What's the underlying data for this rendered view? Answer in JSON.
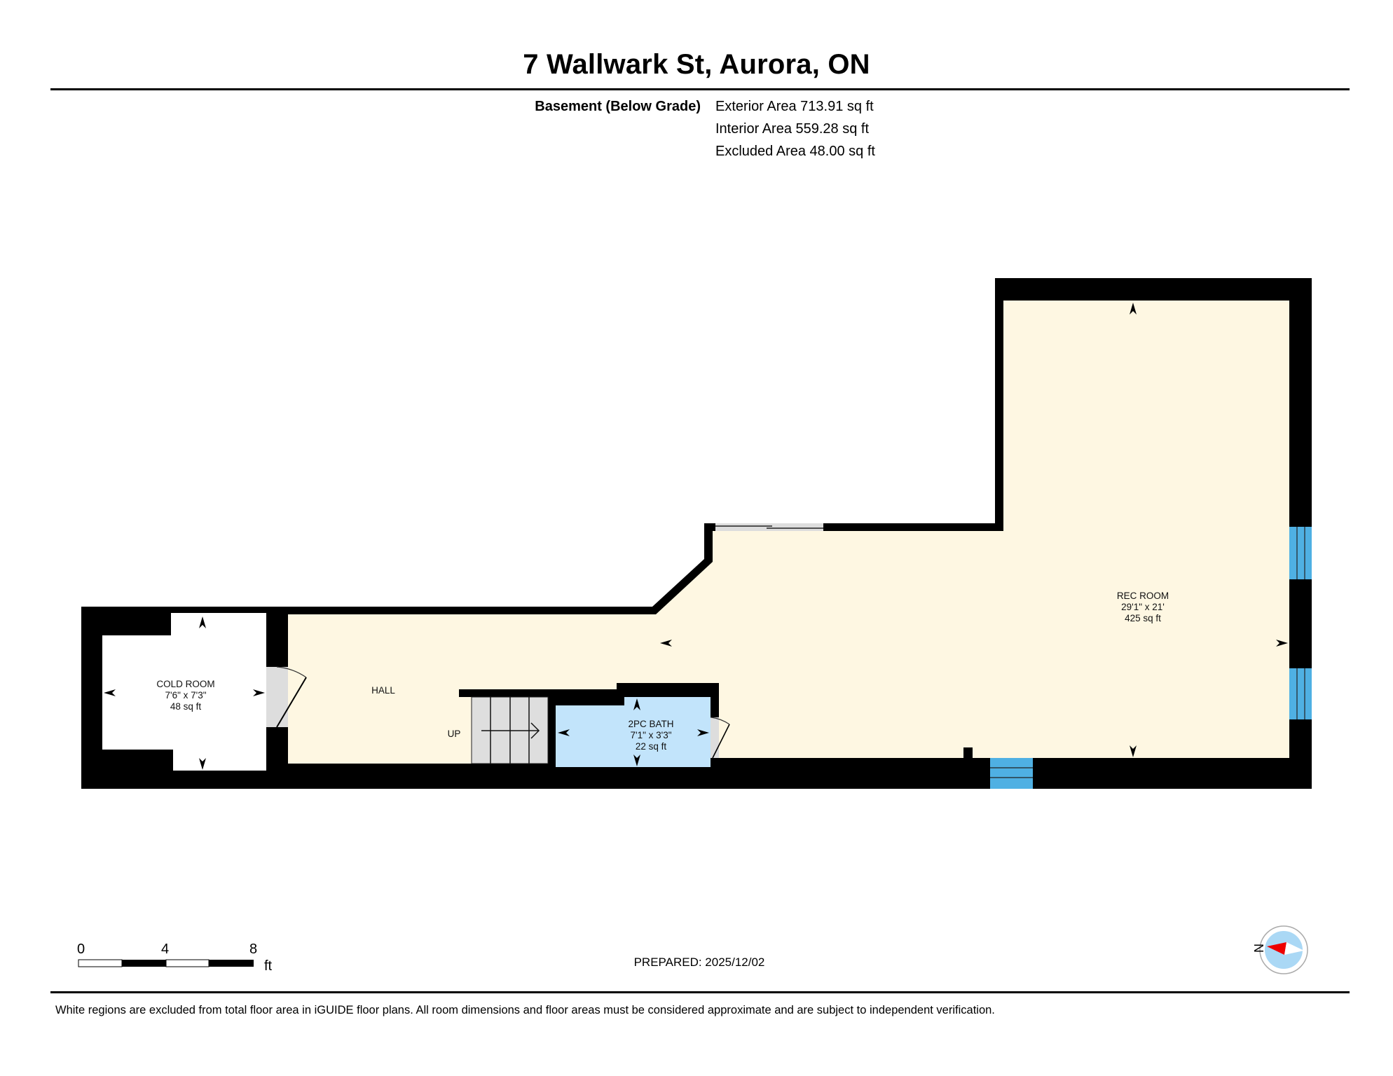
{
  "header": {
    "title": "7 Wallwark St, Aurora, ON",
    "level_name": "Basement (Below Grade)",
    "areas": [
      "Exterior Area 713.91 sq ft",
      "Interior Area 559.28 sq ft",
      "Excluded Area 48.00 sq ft"
    ]
  },
  "rooms": {
    "cold_room": {
      "name": "COLD ROOM",
      "dimensions": "7'6\" x 7'3\"",
      "area": "48 sq ft"
    },
    "hall": {
      "name": "HALL"
    },
    "stairs": {
      "label": "UP"
    },
    "bath": {
      "name": "2PC BATH",
      "dimensions": "7'1\" x 3'3\"",
      "area": "22 sq ft"
    },
    "rec_room": {
      "name": "REC ROOM",
      "dimensions": "29'1\" x 21'",
      "area": "425 sq ft"
    }
  },
  "colors": {
    "wall": "#000000",
    "floor_included": "#fef7e2",
    "floor_excluded": "#ffffff",
    "bath_fill": "#c2e4fb",
    "window_fill": "#4fb0e3",
    "door_fill": "#dddddd",
    "compass_fill": "#aad8f5",
    "compass_needle": "#ee0000"
  },
  "scale_bar": {
    "ticks": [
      "0",
      "4",
      "8"
    ],
    "unit": "ft"
  },
  "compass": {
    "label": "N"
  },
  "footer": {
    "prepared": "PREPARED: 2025/12/02",
    "disclaimer": "White regions are excluded from total floor area in iGUIDE floor plans. All room dimensions and floor areas must be considered approximate and are subject to independent verification."
  }
}
